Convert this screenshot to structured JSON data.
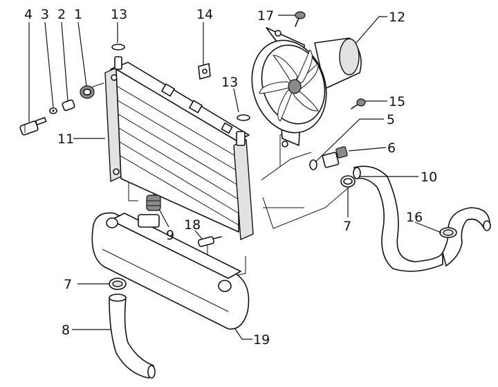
{
  "callouts": {
    "c1": "1",
    "c2": "2",
    "c3": "3",
    "c4": "4",
    "c5": "5",
    "c6": "6",
    "c7a": "7",
    "c7b": "7",
    "c8": "8",
    "c9": "9",
    "c10": "10",
    "c11": "11",
    "c12": "12",
    "c13a": "13",
    "c13b": "13",
    "c14": "14",
    "c15": "15",
    "c16": "16",
    "c17": "17",
    "c18": "18",
    "c19": "19"
  },
  "colors": {
    "ink": "#111111",
    "background": "#ffffff",
    "shade": "#e2e2e2"
  }
}
